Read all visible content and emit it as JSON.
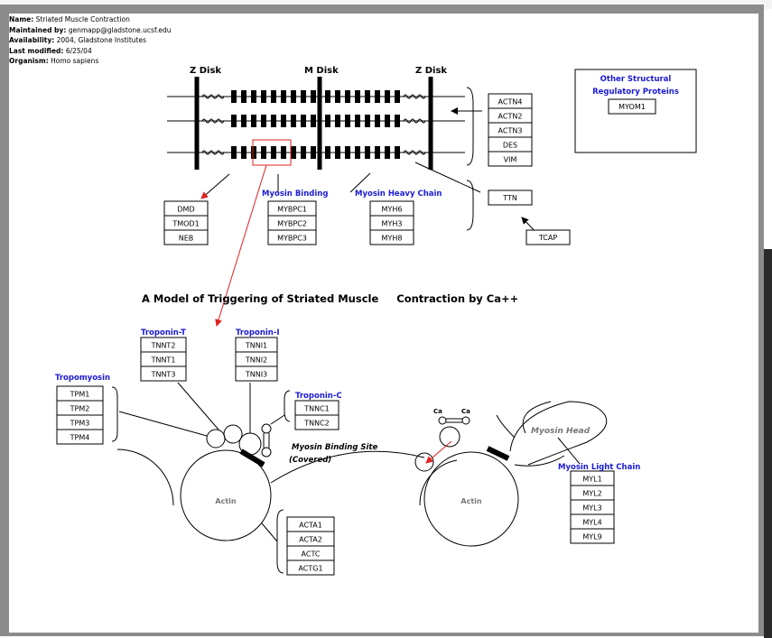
{
  "header": {
    "name_label": "Name:",
    "name": "Striated Muscle Contraction",
    "maintained_label": "Maintained by:",
    "maintained": "genmapp@gladstone.ucsf.edu",
    "availability_label": "Availability:",
    "availability": "2004, Gladstone Institutes",
    "modified_label": "Last modified:",
    "modified": "6/25/04",
    "organism_label": "Organism:",
    "organism": "Homo sapiens"
  },
  "sarcomere": {
    "z_disk_left": "Z Disk",
    "m_disk": "M Disk",
    "z_disk_right": "Z Disk",
    "myosin_binding_label": "Myosin Binding",
    "myosin_heavy_chain_label": "Myosin Heavy Chain"
  },
  "gene_groups": {
    "z_disk_genes": [
      "ACTN4",
      "ACTN2",
      "ACTN3",
      "DES",
      "VIM"
    ],
    "thin_filament_genes": [
      "DMD",
      "TMOD1",
      "NEB"
    ],
    "myosin_binding_genes": [
      "MYBPC1",
      "MYBPC2",
      "MYBPC3"
    ],
    "myosin_heavy_chain_genes": [
      "MYH6",
      "MYH3",
      "MYH8"
    ],
    "titin": "TTN",
    "tcap": "TCAP"
  },
  "other_structural": {
    "title_line1": "Other Structural",
    "title_line2": "Regulatory Proteins",
    "gene": "MYOM1"
  },
  "model": {
    "title": "A Model of Triggering of Striated Muscle     Contraction by Ca++",
    "troponin_t_label": "Troponin-T",
    "troponin_t": [
      "TNNT2",
      "TNNT1",
      "TNNT3"
    ],
    "troponin_i_label": "Troponin-I",
    "troponin_i": [
      "TNNI1",
      "TNNI2",
      "TNNI3"
    ],
    "troponin_c_label": "Troponin-C",
    "troponin_c": [
      "TNNC1",
      "TNNC2"
    ],
    "tropomyosin_label": "Tropomyosin",
    "tropomyosin": [
      "TPM1",
      "TPM2",
      "TPM3",
      "TPM4"
    ],
    "binding_site_line1": "Myosin Binding Site",
    "binding_site_line2": "(Covered)",
    "actin_left": "Actin",
    "actin_right": "Actin",
    "actin_genes": [
      "ACTA1",
      "ACTA2",
      "ACTC",
      "ACTG1"
    ],
    "ca_left": "Ca",
    "ca_right": "Ca",
    "myosin_head": "Myosin Head",
    "myosin_light_chain_label": "Myosin Light Chain",
    "myosin_light_chain": [
      "MYL1",
      "MYL2",
      "MYL3",
      "MYL4",
      "MYL9"
    ]
  },
  "colors": {
    "label_blue": "#1a1ad6",
    "arrow_red": "#e02020",
    "frame_grey": "#8c8c8c"
  }
}
